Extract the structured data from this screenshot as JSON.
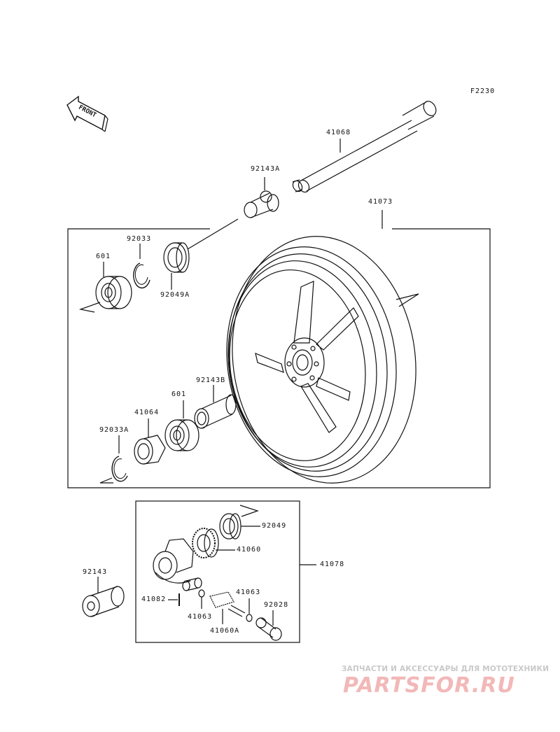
{
  "figure_code": "F2230",
  "front_arrow_text": "FRONT",
  "callouts": {
    "p41068": "41068",
    "p92143A": "92143A",
    "p41073": "41073",
    "p92033": "92033",
    "p601_upper": "601",
    "p92049A": "92049A",
    "p92143B": "92143B",
    "p601_lower": "601",
    "p41064": "41064",
    "p92033A": "92033A",
    "p92049": "92049",
    "p41060": "41060",
    "p41078": "41078",
    "p92143": "92143",
    "p41063_right": "41063",
    "p41082": "41082",
    "p92028": "92028",
    "p41063_left": "41063",
    "p41060A": "41060A"
  },
  "watermark": {
    "tagline": "ЗАПЧАСТИ И АКСЕССУАРЫ ДЛЯ МОТОТЕХНИКИ",
    "logo": "PARTSFOR.RU"
  }
}
